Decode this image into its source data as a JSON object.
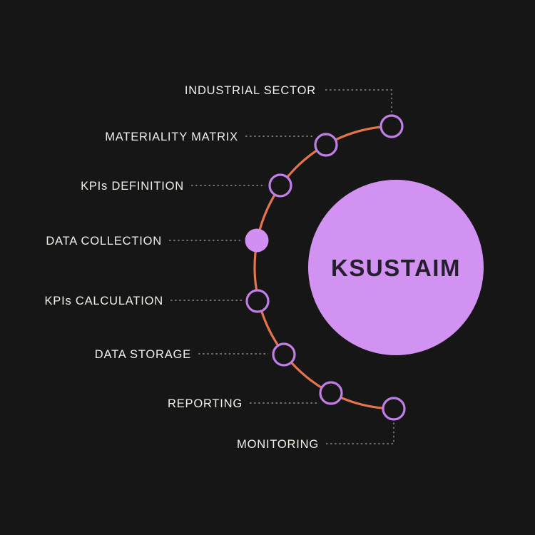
{
  "diagram": {
    "title": "KSUSTAIM",
    "steps": [
      {
        "label": "INDUSTRIAL SECTOR",
        "highlighted": false
      },
      {
        "label": "MATERIALITY MATRIX",
        "highlighted": false
      },
      {
        "label": "KPIs DEFINITION",
        "highlighted": false
      },
      {
        "label": "DATA COLLECTION",
        "highlighted": true
      },
      {
        "label": "KPIs CALCULATION",
        "highlighted": false
      },
      {
        "label": "DATA STORAGE",
        "highlighted": false
      },
      {
        "label": "REPORTING",
        "highlighted": false
      },
      {
        "label": "MONITORING",
        "highlighted": false
      }
    ],
    "colors": {
      "background": "#161616",
      "arc": "#e4744b",
      "node_ring": "#c17ee6",
      "node_highlight_fill": "#d28ff2",
      "center_circle_fill": "#d292f2",
      "center_text": "#251e2e",
      "label_text": "#f2efe8",
      "connector": "#8d8d88"
    }
  }
}
